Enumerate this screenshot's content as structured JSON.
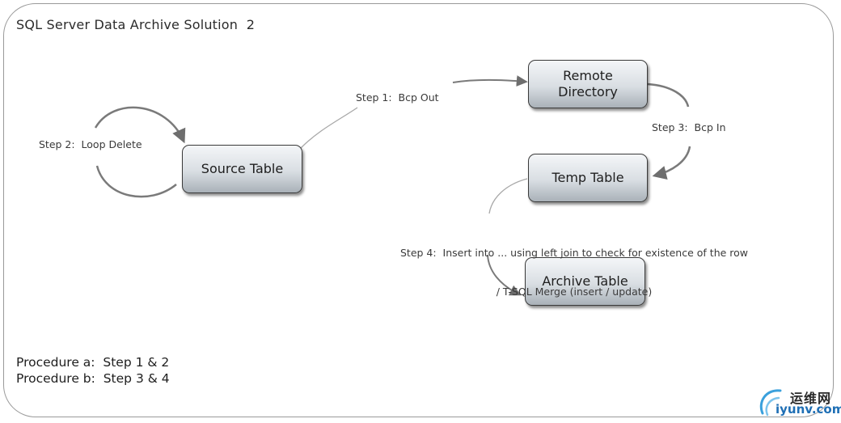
{
  "diagram": {
    "title": "SQL Server Data Archive Solution  2",
    "nodes": {
      "source_table": "Source Table",
      "remote_directory": "Remote\nDirectory",
      "temp_table": "Temp Table",
      "archive_table": "Archive Table"
    },
    "steps": {
      "step1": "Step 1:  Bcp Out",
      "step2": "Step 2:  Loop Delete",
      "step3": "Step 3:  Bcp In",
      "step4_line1": "Step 4:  Insert into ... using left join to check for existence of the row",
      "step4_line2": "/ T-SQL Merge (insert / update)"
    },
    "procedures": [
      "Procedure a:  Step 1 & 2",
      "Procedure b:  Step 3 & 4"
    ]
  },
  "watermark": {
    "chinese": "运维网",
    "domain": "iyunv.com"
  },
  "colors": {
    "arrow": "#6e6e6e",
    "watermark_blue": "#1f6fb5"
  }
}
